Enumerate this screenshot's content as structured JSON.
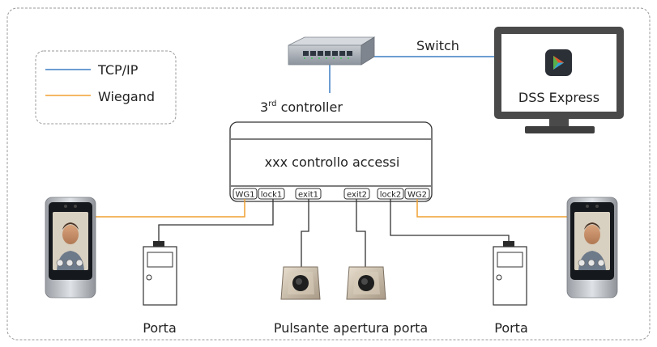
{
  "legend": {
    "items": [
      {
        "label": "TCP/IP",
        "color": "#3d7ec4"
      },
      {
        "label": "Wiegand",
        "color": "#f0a030"
      }
    ]
  },
  "labels": {
    "switch": "Switch",
    "dss_express": "DSS Express",
    "third_controller_prefix": "3",
    "third_controller_sup": "rd",
    "third_controller_suffix": " controller",
    "controller_title": "xxx controllo accessi",
    "door_left": "Porta",
    "door_right": "Porta",
    "exit_buttons": "Pulsante apertura porta"
  },
  "ports": [
    "WG1",
    "lock1",
    "exit1",
    "exit2",
    "lock2",
    "WG2"
  ],
  "colors": {
    "tcp": "#3d7ec4",
    "wiegand": "#f0a030",
    "wire": "#333333",
    "frame": "#9a9a9a",
    "monitor_body": "#4a4a4a",
    "device_body": "#b9bcc0"
  },
  "icons": {
    "switch": "network-switch-icon",
    "monitor": "monitor-icon",
    "app": "dss-express-app-icon",
    "reader": "face-recognition-terminal-icon",
    "door": "door-icon",
    "exit_button": "exit-button-icon"
  }
}
